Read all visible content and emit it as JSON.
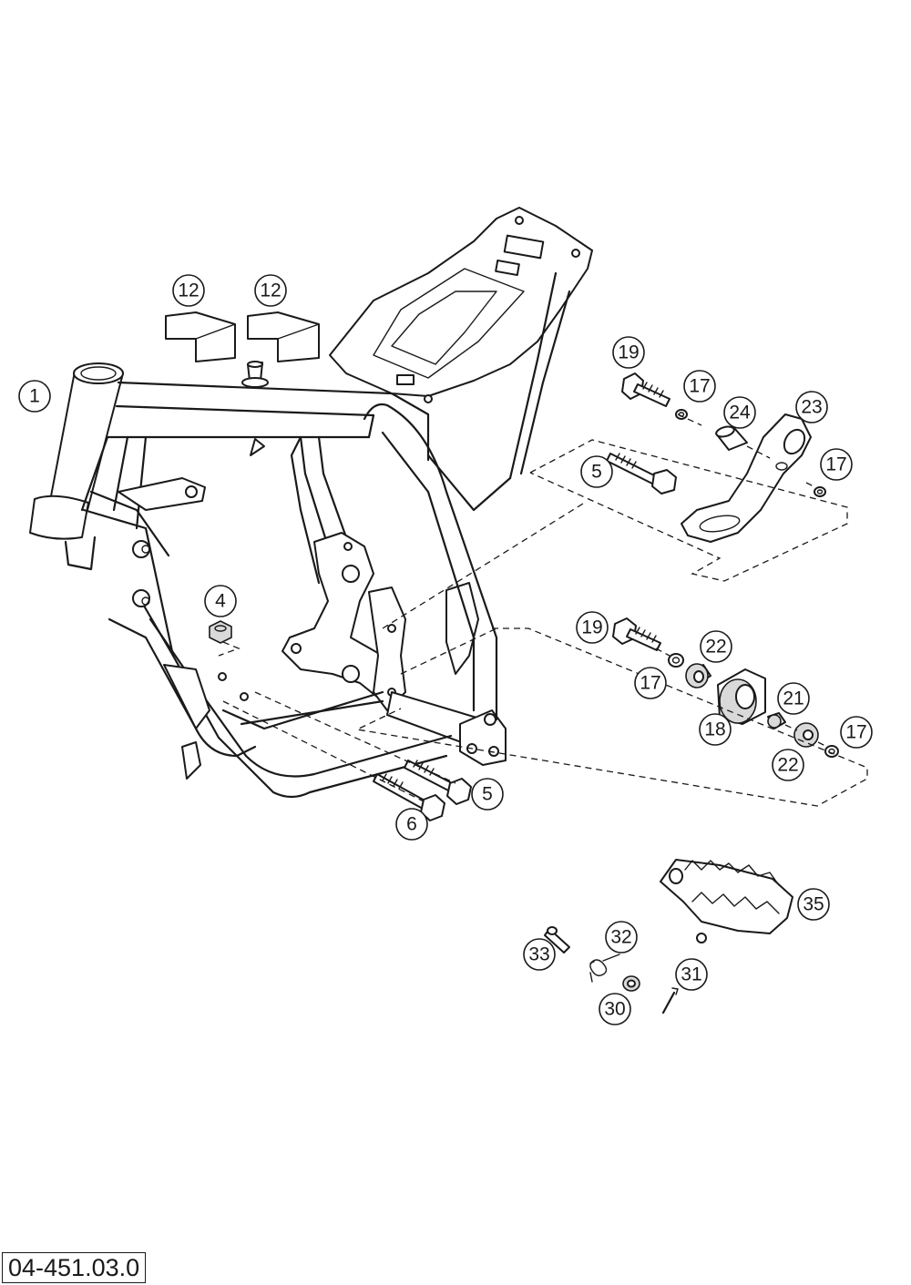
{
  "drawing_number": "04-451.03.0",
  "callouts": [
    {
      "id": "frame",
      "label": "1"
    },
    {
      "id": "nut",
      "label": "4"
    },
    {
      "id": "bolt-brake-pedal",
      "label": "5"
    },
    {
      "id": "bolt-lower-right",
      "label": "5"
    },
    {
      "id": "bolt-lower-left",
      "label": "6"
    },
    {
      "id": "cover-left",
      "label": "12"
    },
    {
      "id": "cover-right",
      "label": "12"
    },
    {
      "id": "washer-upper",
      "label": "17"
    },
    {
      "id": "washer-brake-pedal",
      "label": "17"
    },
    {
      "id": "washer-roller-left",
      "label": "17"
    },
    {
      "id": "washer-roller-right",
      "label": "17"
    },
    {
      "id": "roller",
      "label": "18"
    },
    {
      "id": "bolt-upper",
      "label": "19"
    },
    {
      "id": "bolt-roller",
      "label": "19"
    },
    {
      "id": "sleeve-roller",
      "label": "21"
    },
    {
      "id": "bushing-roller-left",
      "label": "22"
    },
    {
      "id": "bushing-roller-right",
      "label": "22"
    },
    {
      "id": "brake-pedal",
      "label": "23"
    },
    {
      "id": "sleeve-upper",
      "label": "24"
    },
    {
      "id": "washer-footrest",
      "label": "30"
    },
    {
      "id": "cotter-pin",
      "label": "31"
    },
    {
      "id": "spring",
      "label": "32"
    },
    {
      "id": "pin",
      "label": "33"
    },
    {
      "id": "footrest",
      "label": "35"
    }
  ]
}
